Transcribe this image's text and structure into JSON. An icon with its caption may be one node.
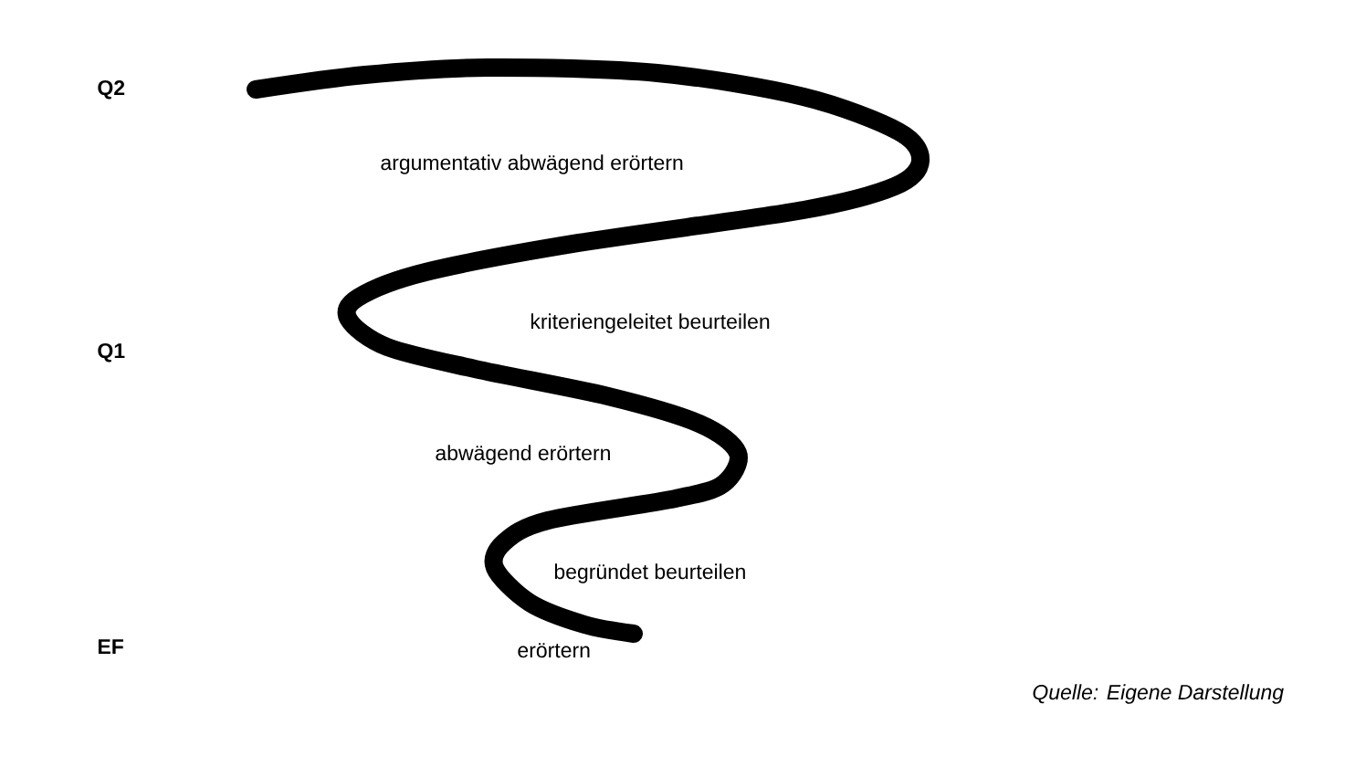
{
  "diagram": {
    "caption": "Quelle: Eigene Darstellung",
    "labels": [
      "Q2",
      "argumentativ abwägend erörtern",
      "kriteriengeleitet beurteilen",
      "Q1",
      "abwägend erörtern",
      "begründet beurteilen",
      "EF",
      "erörtern"
    ]
  }
}
